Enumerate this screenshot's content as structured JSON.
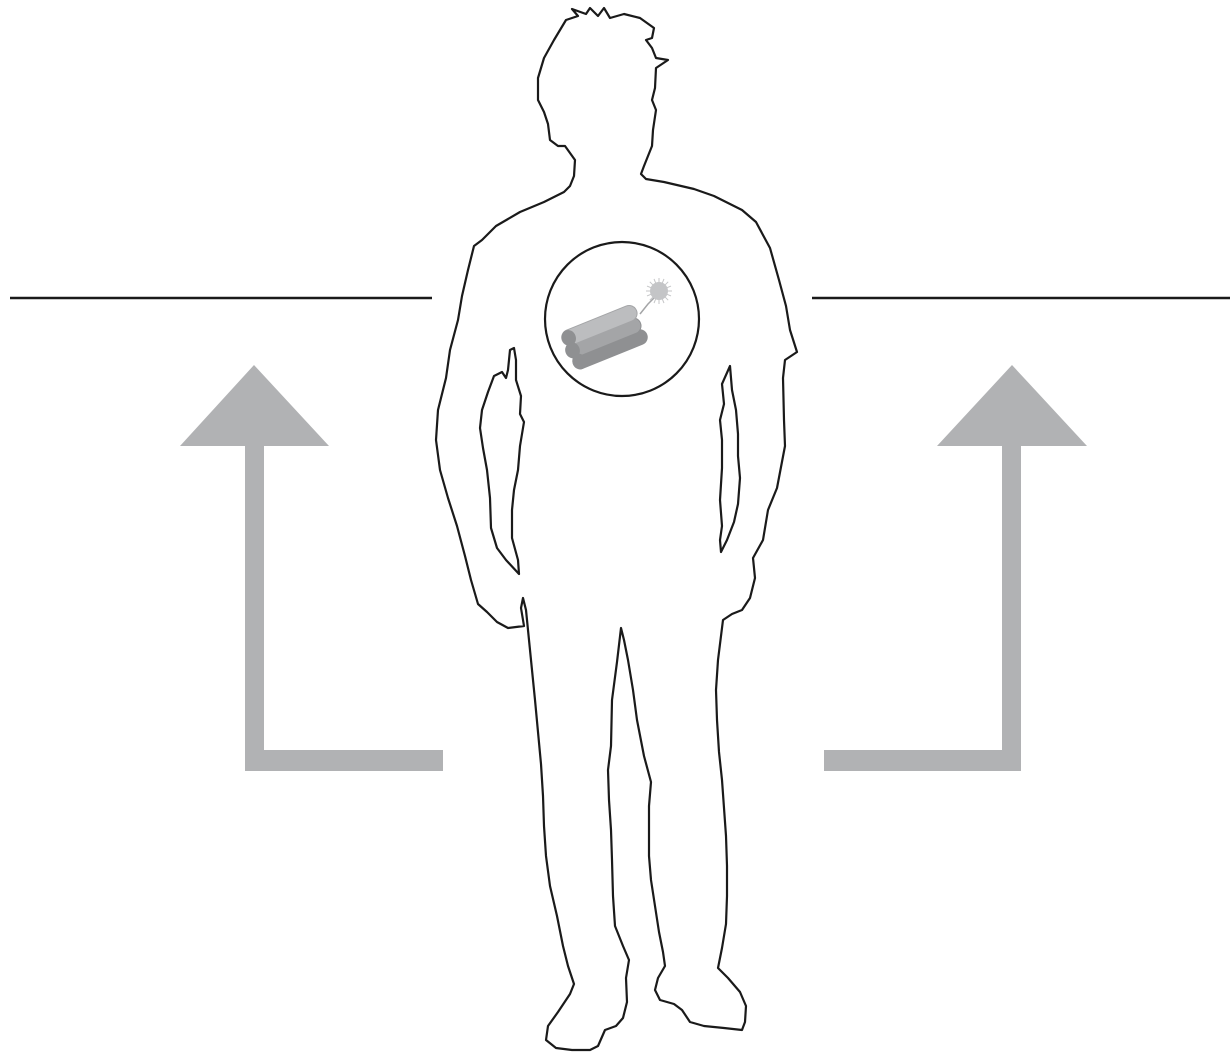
{
  "diagram": {
    "subject": "standing-person-silhouette",
    "icons": [
      "person-silhouette-icon",
      "dynamite-bundle-icon",
      "up-arrow-icon",
      "horizontal-line-icon"
    ],
    "colors": {
      "background": "#ffffff",
      "outline": "#1a1a1a",
      "arrow": "#b1b2b4",
      "dynamite_light": "#bcbdbf",
      "dynamite_mid": "#a4a5a7",
      "dynamite_dark": "#8f9092",
      "spark": "#c4c5c7"
    },
    "arrows": [
      {
        "name": "left-up-arrow",
        "direction": "up"
      },
      {
        "name": "right-up-arrow",
        "direction": "up"
      }
    ]
  }
}
